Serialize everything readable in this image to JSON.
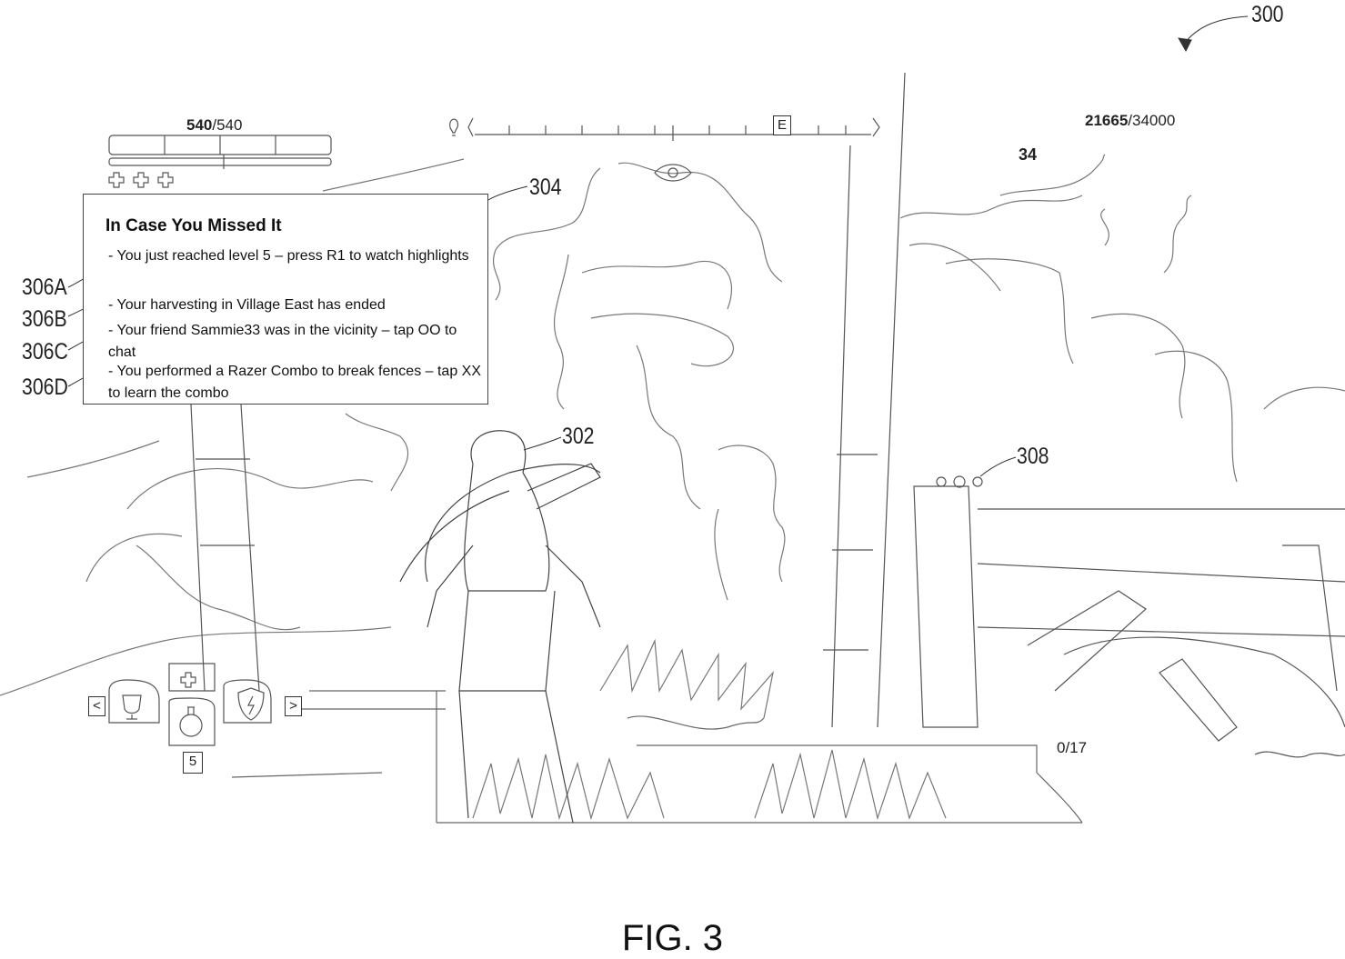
{
  "figure": {
    "reference": "300",
    "caption": "FIG. 3"
  },
  "hud": {
    "health_current": "540",
    "health_max": "/540",
    "xp_current": "21665",
    "xp_max": "/34000",
    "level": "34",
    "compass_marker": "E",
    "item_count": "5",
    "nav_prev": "<",
    "nav_next": ">",
    "progress": "0/17"
  },
  "notification": {
    "title": "In Case You Missed It",
    "items": [
      {
        "ref": "306A",
        "text": "- You just reached level 5 – press R1 to watch highlights"
      },
      {
        "ref": "306B",
        "text": "- Your harvesting in Village East has ended"
      },
      {
        "ref": "306C",
        "text": "- Your friend Sammie33 was in the vicinity – tap OO to chat"
      },
      {
        "ref": "306D",
        "text": "- You performed a Razer Combo to break fences – tap XX to learn the combo"
      }
    ]
  },
  "callouts": {
    "notification_panel": "304",
    "character": "302",
    "indicator": "308"
  },
  "icons": [
    "eye-icon",
    "lightbulb-icon",
    "cross-icon",
    "potion-icon",
    "trophy-icon",
    "shield-icon"
  ]
}
